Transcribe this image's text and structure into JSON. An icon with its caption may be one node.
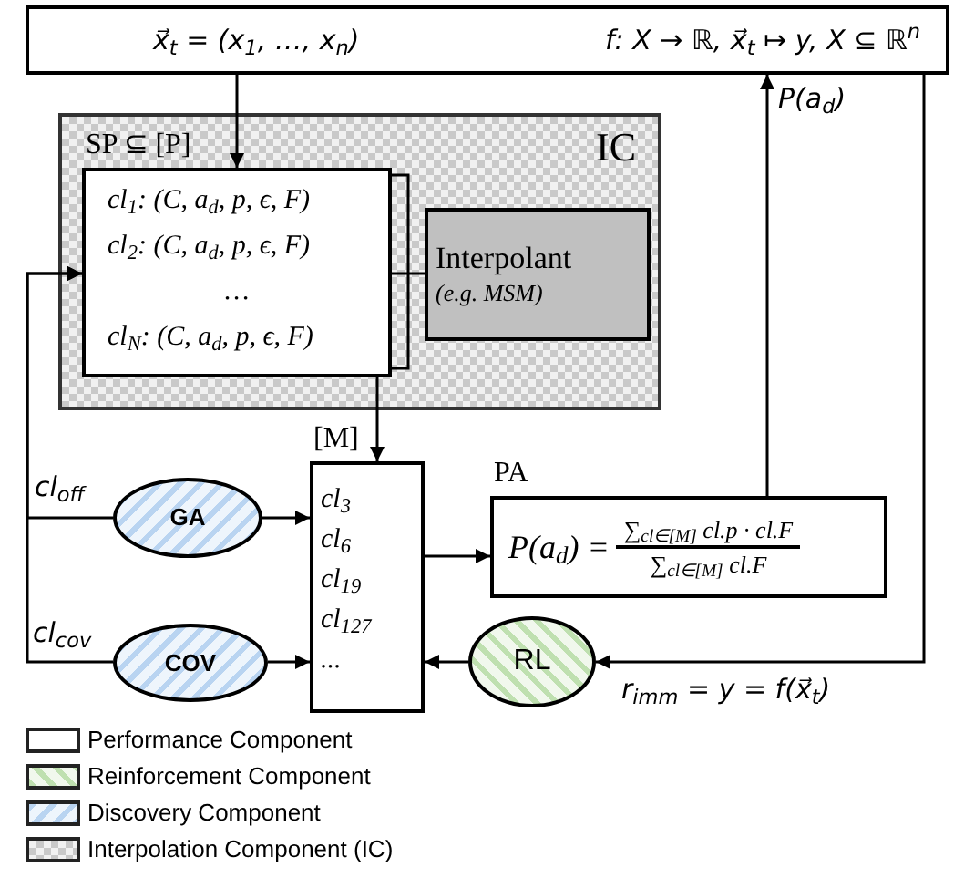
{
  "diagram": {
    "nodes": [
      {
        "text": [
          "x⃗$_{t}$ = (x$_{1}$, …, x$_{n}$)",
          "f: X → ℝ, x⃗$_{t}$ ↦ y, X ⊆ ℝ$^{n}$"
        ]
      },
      {
        "text": [
          "IC"
        ]
      },
      {
        "text": [
          "SP ⊆ [P]",
          "cl$_{1}$: (C, a$_{d}$, p, ϵ, F)",
          "cl$_{2}$: (C, a$_{d}$, p, ϵ, F)",
          "…",
          "cl$_{N}$: (C, a$_{d}$, p, ϵ, F)"
        ],
        "in": 1
      },
      {
        "text": [
          "Interpolant",
          "(e.g. MSM)"
        ],
        "in": 1
      },
      {
        "text": [
          "GA"
        ]
      },
      {
        "text": [
          "COV"
        ]
      },
      {
        "text": [
          "[M]",
          "cl$_{3}$",
          "cl$_{6}$",
          "cl$_{19}$",
          "cl$_{127}$",
          "..."
        ]
      },
      {
        "text": [
          "PA",
          "P(a$_{d}$) =",
          "∑$_{cl∈[M]}$ cl.p · cl.F",
          "∑$_{cl∈[M]}$ cl.F"
        ]
      },
      {
        "text": [
          "RL"
        ]
      }
    ],
    "edges": [
      {
        "from": 0,
        "to": 2,
        "arrow": "to"
      },
      {
        "from": 2,
        "to": 6,
        "arrow": "to"
      },
      {
        "from": 4,
        "to": 6,
        "arrow": "to"
      },
      {
        "from": 5,
        "to": 6,
        "arrow": "to"
      },
      {
        "from": 6,
        "to": 7,
        "arrow": "to"
      },
      {
        "from": 8,
        "to": 6,
        "arrow": "to"
      },
      {
        "from": 7,
        "to": 0,
        "arrow": "to",
        "label": "P(a$_{d}$)"
      },
      {
        "from": 0,
        "to": 8,
        "arrow": "to",
        "label": "r$_{imm}$ = y =  f(x⃗$_{t}$)"
      },
      {
        "from": 4,
        "to": 2,
        "arrow": "to",
        "label": "cl$_{off}$"
      },
      {
        "from": 5,
        "to": 2,
        "arrow": "to",
        "label": "cl$_{cov}$"
      },
      {
        "from": 2,
        "to": 3,
        "arrow": "none"
      }
    ],
    "legend": [
      {
        "text": "Performance Component"
      },
      {
        "text": "Reinforcement Component"
      },
      {
        "text": "Discovery Component"
      },
      {
        "text": "Interpolation Component (IC)"
      }
    ]
  }
}
